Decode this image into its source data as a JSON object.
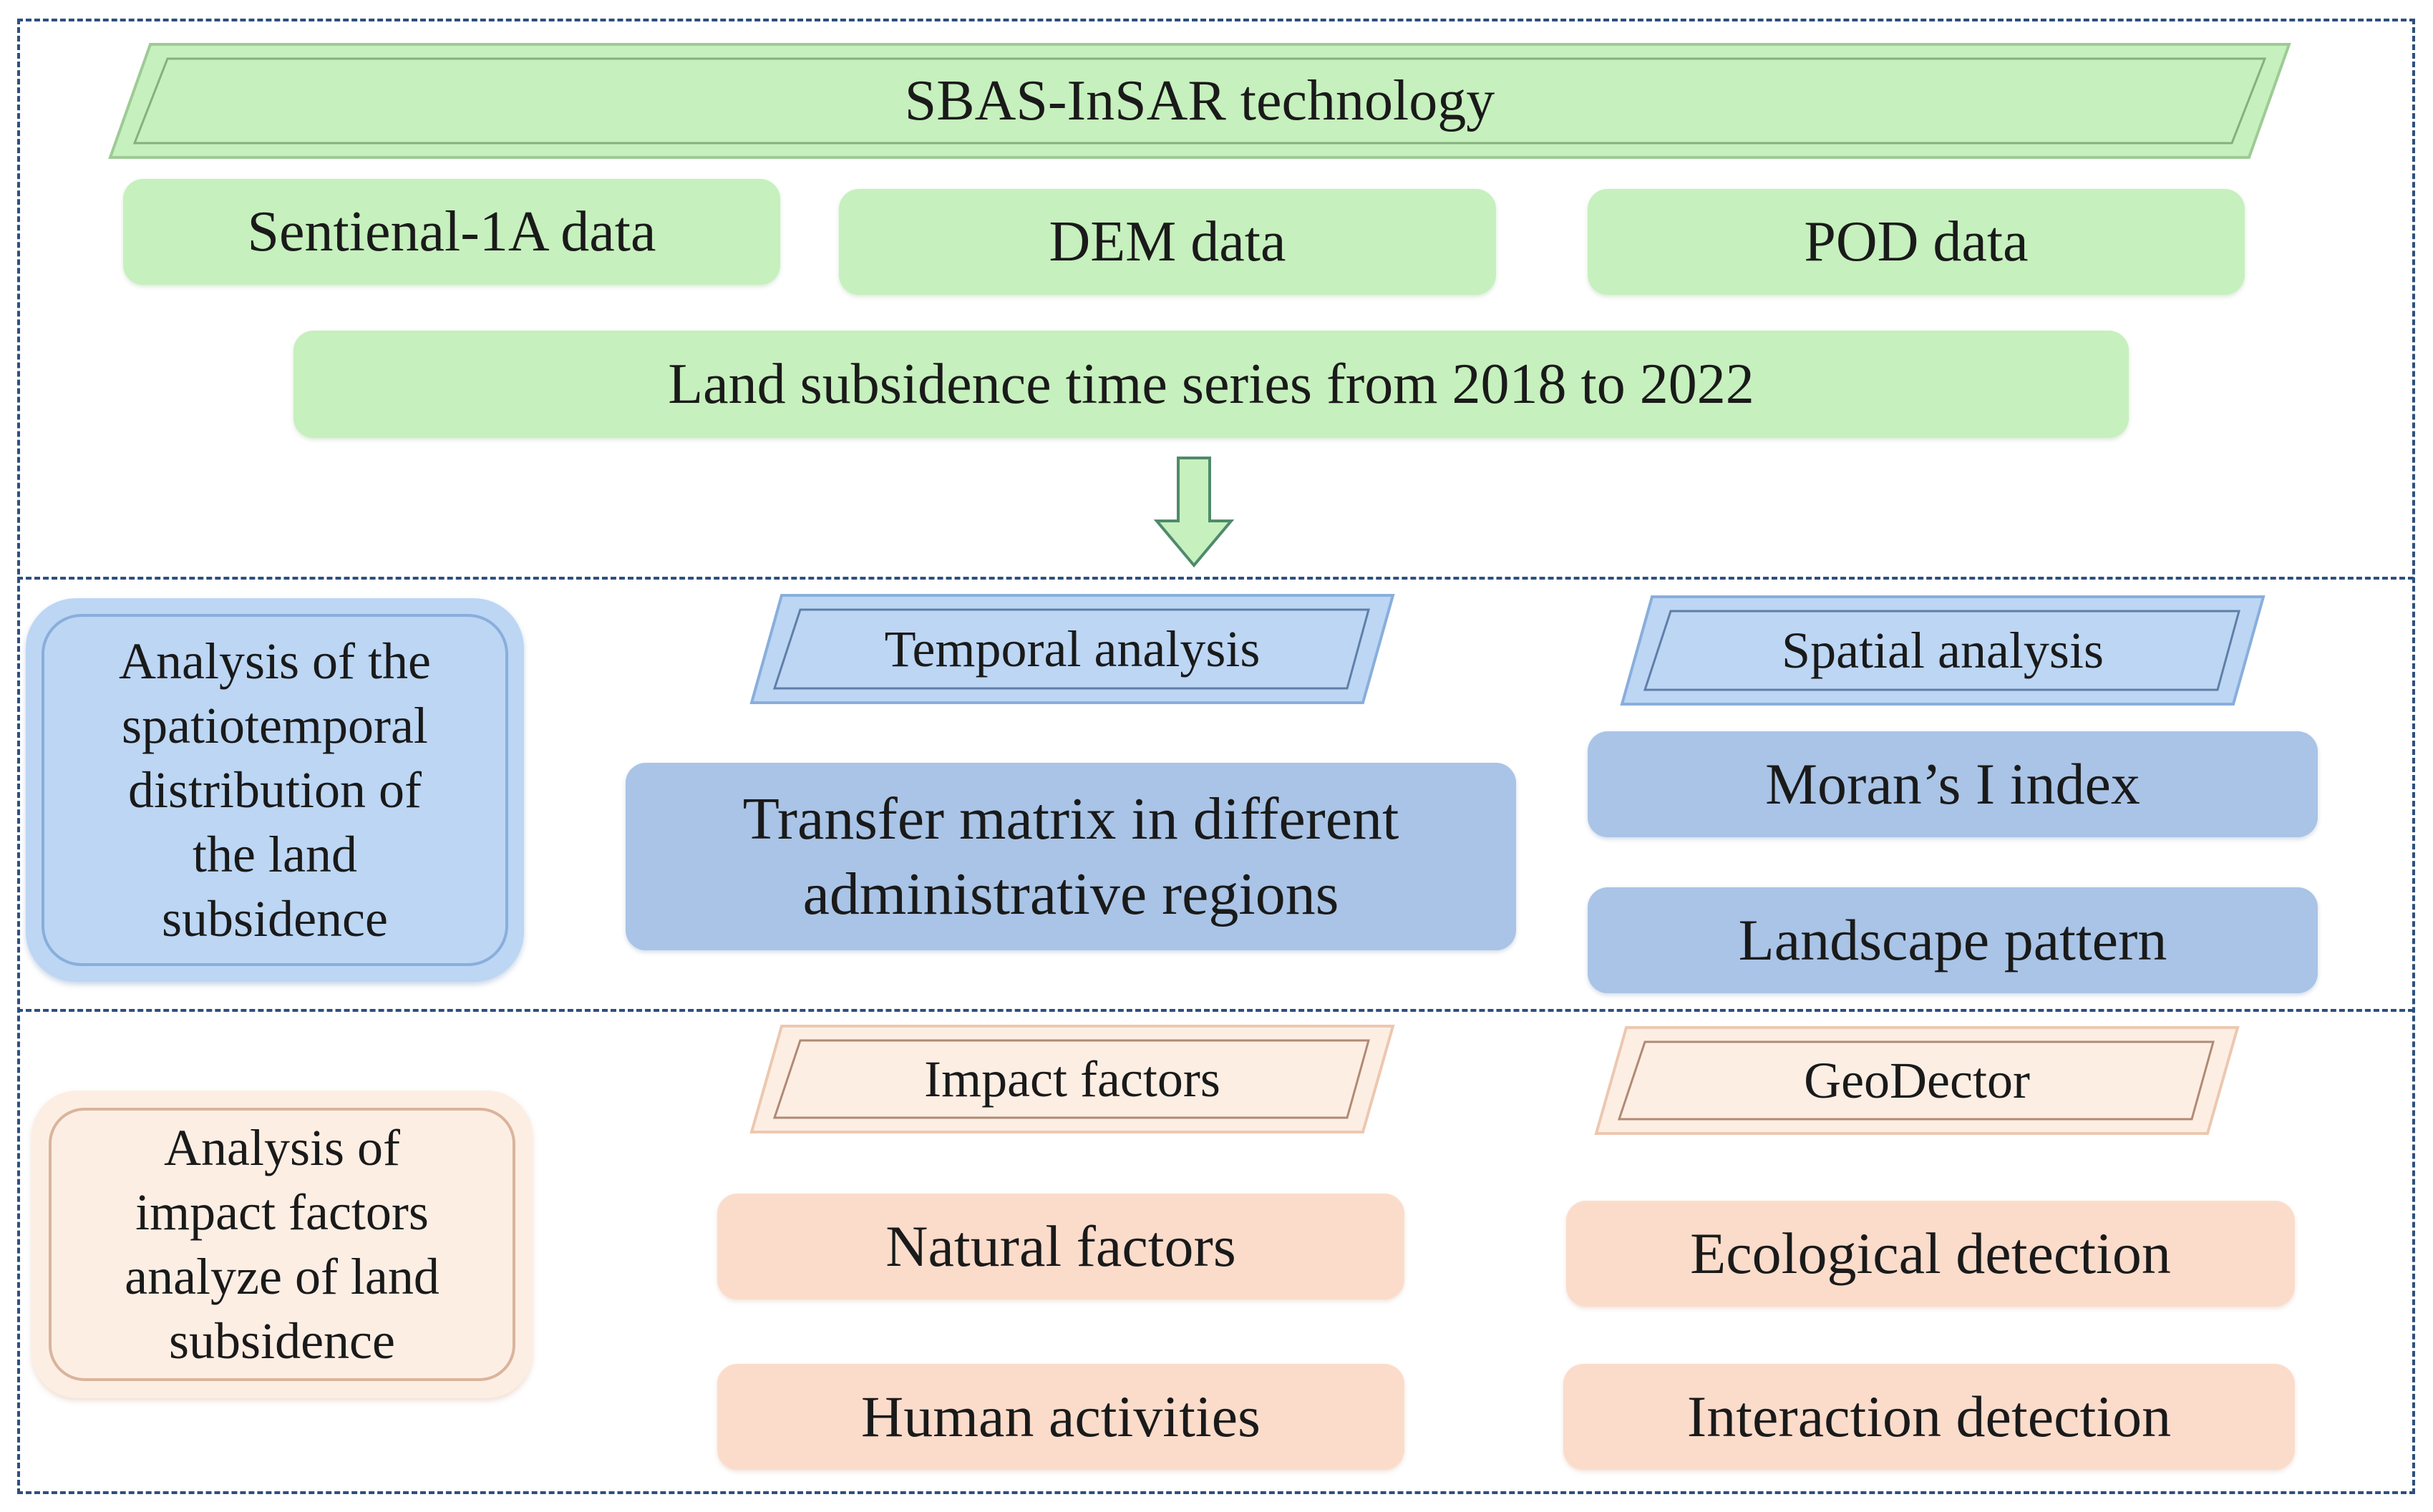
{
  "top": {
    "title": "SBAS-InSAR technology",
    "data_boxes": [
      "Sentienal-1A data",
      "DEM data",
      "POD data"
    ],
    "series": "Land subsidence  time series from 2018 to 2022"
  },
  "middle": {
    "side_label": "Analysis of the spatiotemporal distribution of the land subsidence",
    "temporal_header": "Temporal analysis",
    "temporal_item": "Transfer matrix in different administrative  regions",
    "spatial_header": "Spatial analysis",
    "spatial_items": [
      "Moran’s I index",
      "Landscape pattern"
    ]
  },
  "bottom": {
    "side_label": "Analysis of impact factors analyze of land subsidence",
    "impact_header": "Impact factors",
    "impact_items": [
      "Natural  factors",
      "Human activities"
    ],
    "geo_header": "GeoDector",
    "geo_items": [
      "Ecological  detection",
      "Interaction detection"
    ]
  },
  "colors": {
    "green": "#c6f0bd",
    "blue": "#a9c4e6",
    "light_blue": "#bcd6f4",
    "peach": "#fbdccb",
    "dash": "#2e4f7e"
  }
}
